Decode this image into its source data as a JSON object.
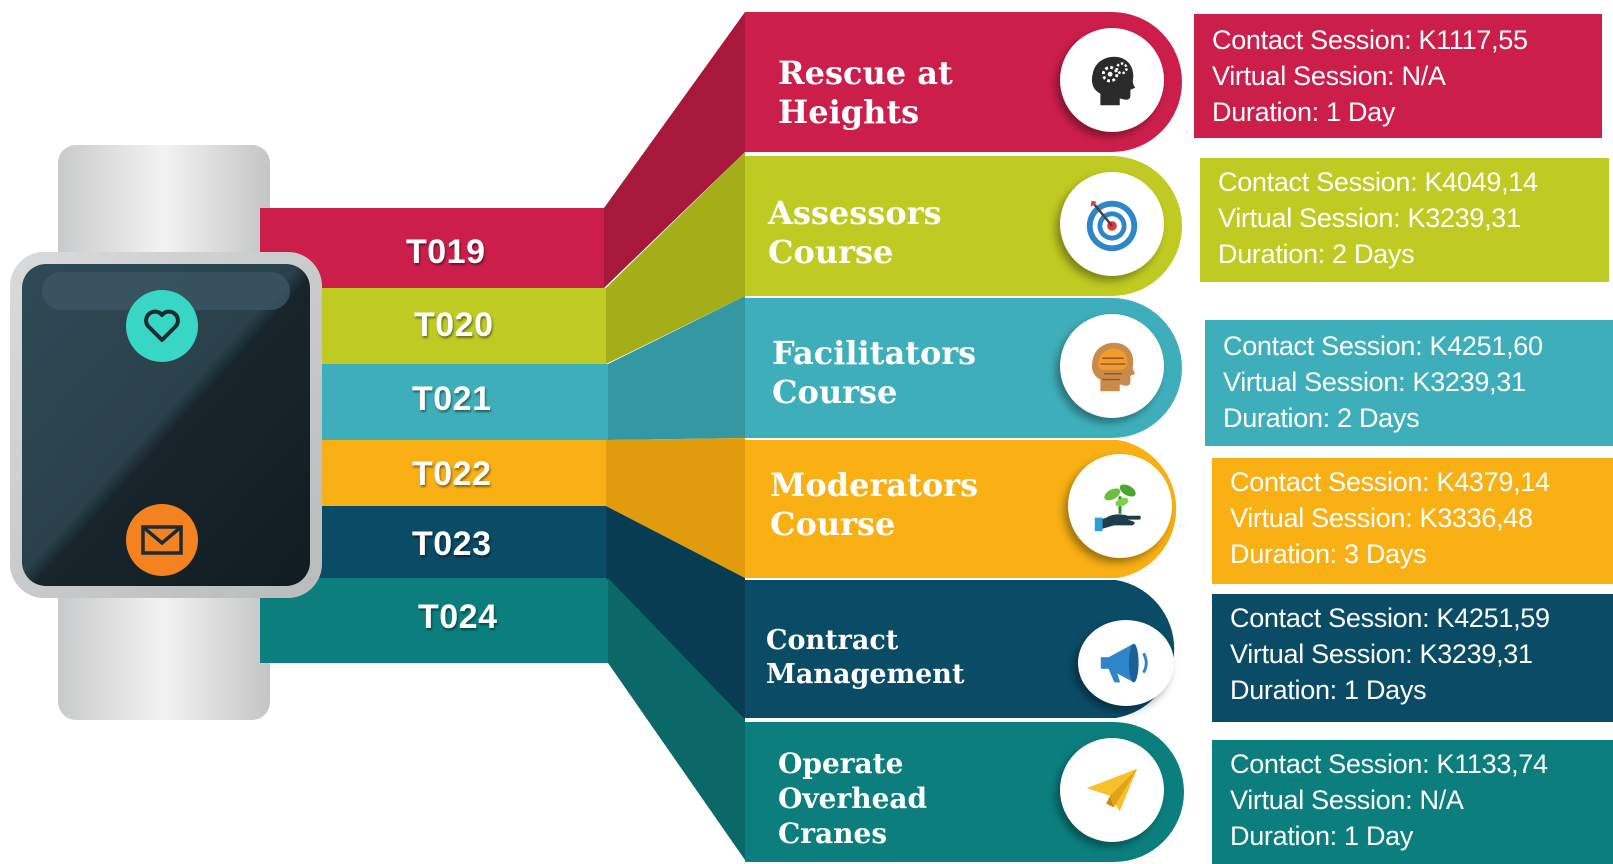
{
  "colors": {
    "red": "#CC1E4B",
    "lime": "#BFCA22",
    "teal": "#3EAFBA",
    "orange": "#F9B014",
    "navy": "#0A4B66",
    "green": "#0C7E7E"
  },
  "watch": {
    "top_button_icon": "heart-icon",
    "bottom_button_icon": "envelope-icon"
  },
  "codes": [
    {
      "label": "T019",
      "color": "#ffffff"
    },
    {
      "label": "T020",
      "color": "#ffffff"
    },
    {
      "label": "T021",
      "color": "#ffffff"
    },
    {
      "label": "T022",
      "color": "#ffffff"
    },
    {
      "label": "T023",
      "color": "#ffffff"
    },
    {
      "label": "T024",
      "color": "#ffffff"
    }
  ],
  "courses": [
    {
      "title_lines": [
        "Rescue at",
        "Heights"
      ],
      "icon": "head-gears-icon",
      "contact": "Contact Session: K1117,55",
      "virtual": "Virtual Session: N/A",
      "duration": "Duration: 1  Day"
    },
    {
      "title_lines": [
        "Assessors",
        "Course"
      ],
      "icon": "target-icon",
      "contact": "Contact Session: K4049,14",
      "virtual": "Virtual Session: K3239,31",
      "duration": "Duration: 2 Days"
    },
    {
      "title_lines": [
        "Facilitators",
        "Course"
      ],
      "icon": "head-words-icon",
      "contact": "Contact Session: K4251,60",
      "virtual": "Virtual Session: K3239,31",
      "duration": "Duration: 2 Days"
    },
    {
      "title_lines": [
        "Moderators",
        "Course"
      ],
      "icon": "hand-plant-icon",
      "contact": "Contact Session: K4379,14",
      "virtual": "Virtual Session: K3336,48",
      "duration": "Duration: 3 Days"
    },
    {
      "title_lines": [
        "Contract",
        "Management"
      ],
      "icon": "megaphone-icon",
      "contact": "Contact Session: K4251,59",
      "virtual": "Virtual Session: K3239,31",
      "duration": "Duration: 1 Days"
    },
    {
      "title_lines": [
        "Operate",
        "Overhead",
        "Cranes"
      ],
      "icon": "paper-plane-icon",
      "contact": "Contact Session: K1133,74",
      "virtual": "Virtual Session: N/A",
      "duration": "Duration: 1 Day"
    }
  ]
}
